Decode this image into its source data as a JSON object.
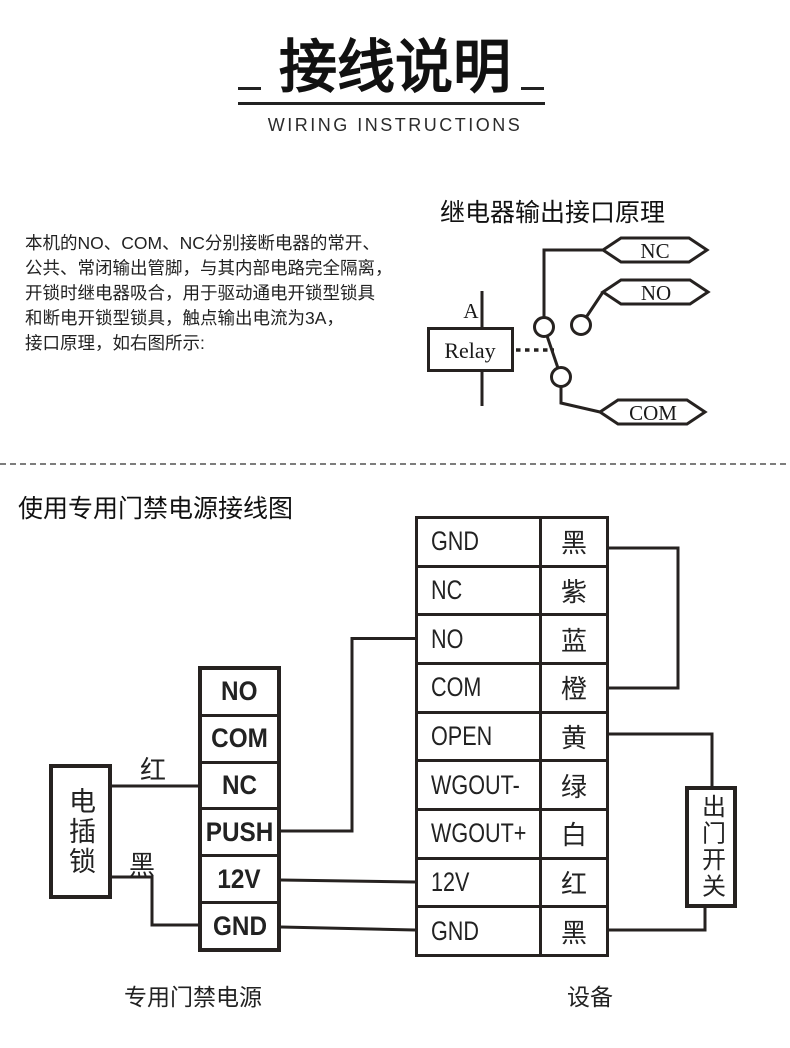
{
  "header": {
    "title": "接线说明",
    "subtitle": "WIRING INSTRUCTIONS"
  },
  "relay_section": {
    "heading": "继电器输出接口原理",
    "paragraph": "本机的NO、COM、NC分别接断电器的常开、\n公共、常闭输出管脚，与其内部电路完全隔离，\n开锁时继电器吸合，用于驱动通电开锁型锁具\n和断电开锁型锁具，触点输出电流为3A，\n接口原理，如右图所示:",
    "relay_label": "Relay",
    "coil_label": "A",
    "nc_label": "NC",
    "no_label": "NO",
    "com_label": "COM"
  },
  "wiring_section": {
    "heading": "使用专用门禁电源接线图",
    "device": {
      "caption": "设备",
      "rows": [
        {
          "label": "GND",
          "color": "黑"
        },
        {
          "label": "NC",
          "color": "紫"
        },
        {
          "label": "NO",
          "color": "蓝"
        },
        {
          "label": "COM",
          "color": "橙"
        },
        {
          "label": "OPEN",
          "color": "黄"
        },
        {
          "label": "WGOUT-",
          "color": "绿"
        },
        {
          "label": "WGOUT+",
          "color": "白"
        },
        {
          "label": "12V",
          "color": "红"
        },
        {
          "label": "GND",
          "color": "黑"
        }
      ]
    },
    "power": {
      "caption": "专用门禁电源",
      "terminals": [
        "NO",
        "COM",
        "NC",
        "PUSH",
        "12V",
        "GND"
      ]
    },
    "lock": {
      "label": "电插锁"
    },
    "exit_switch": {
      "label": "出门开关"
    },
    "wire_labels": {
      "red": "红",
      "black": "黑"
    }
  }
}
